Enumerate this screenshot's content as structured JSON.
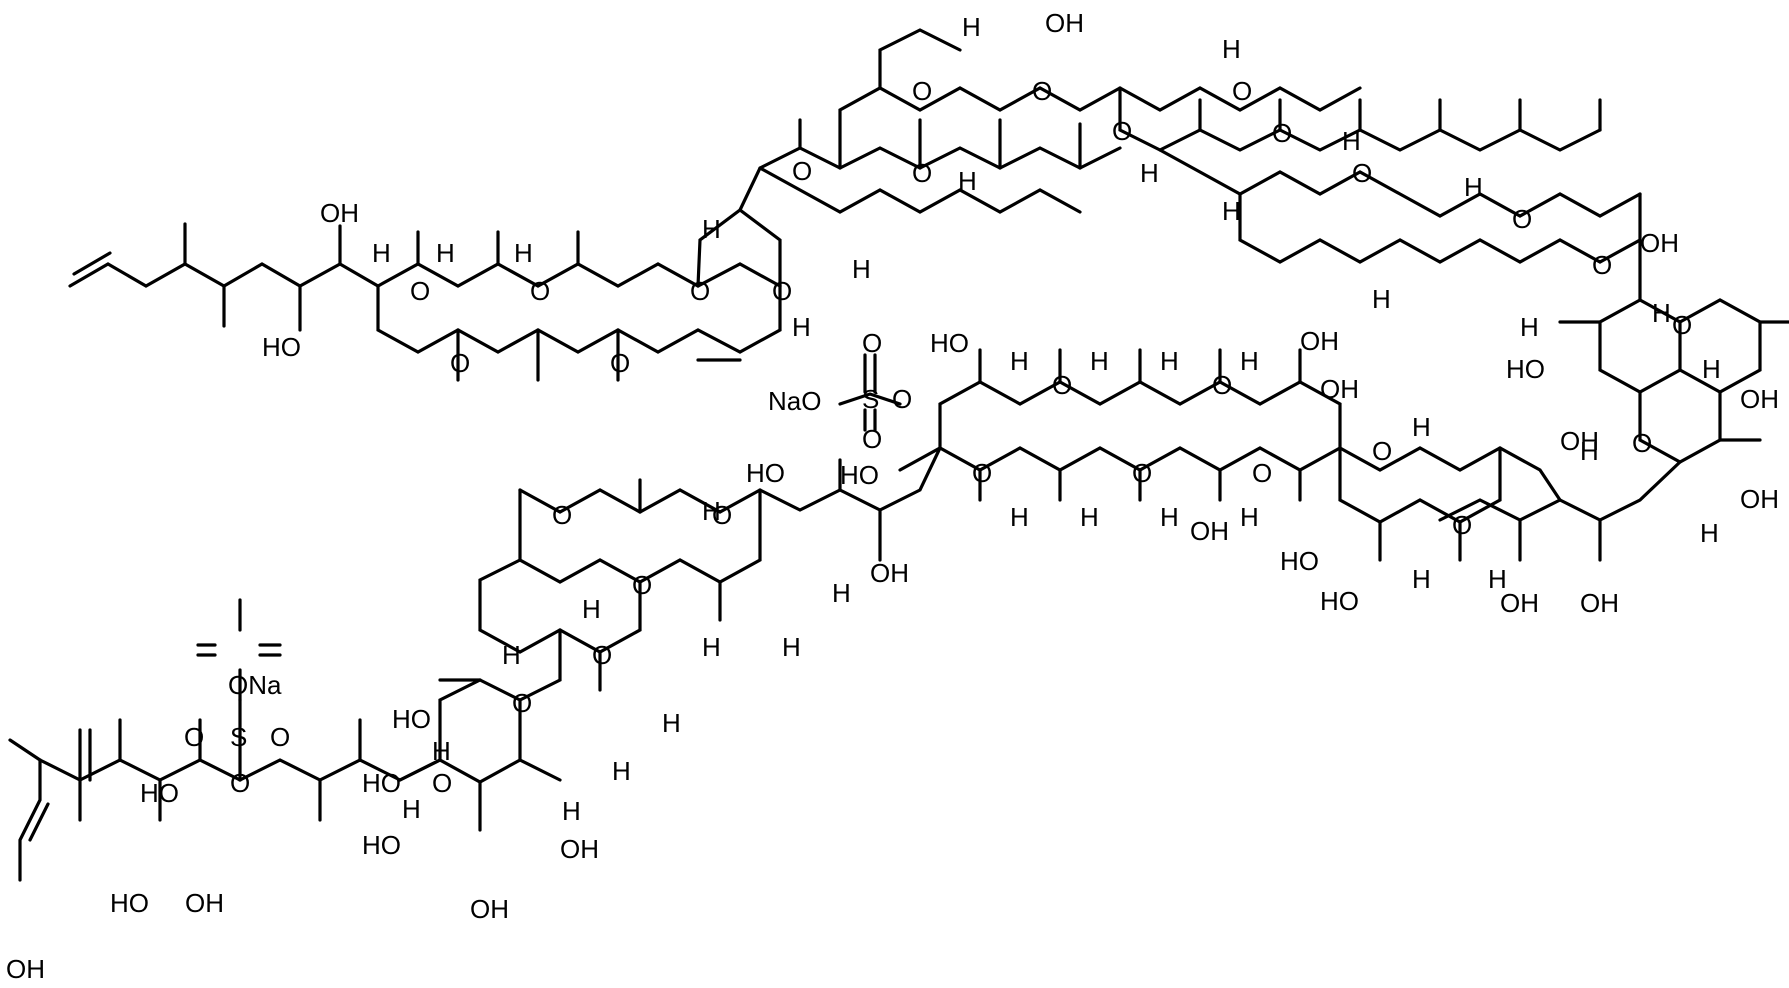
{
  "colors": {
    "background": "#ffffff",
    "ink": "#000000"
  },
  "labels": {
    "oh": "OH",
    "ho": "HO",
    "o": "O",
    "h": "H",
    "s": "S",
    "ona": "ONa",
    "nao": "NaO"
  }
}
